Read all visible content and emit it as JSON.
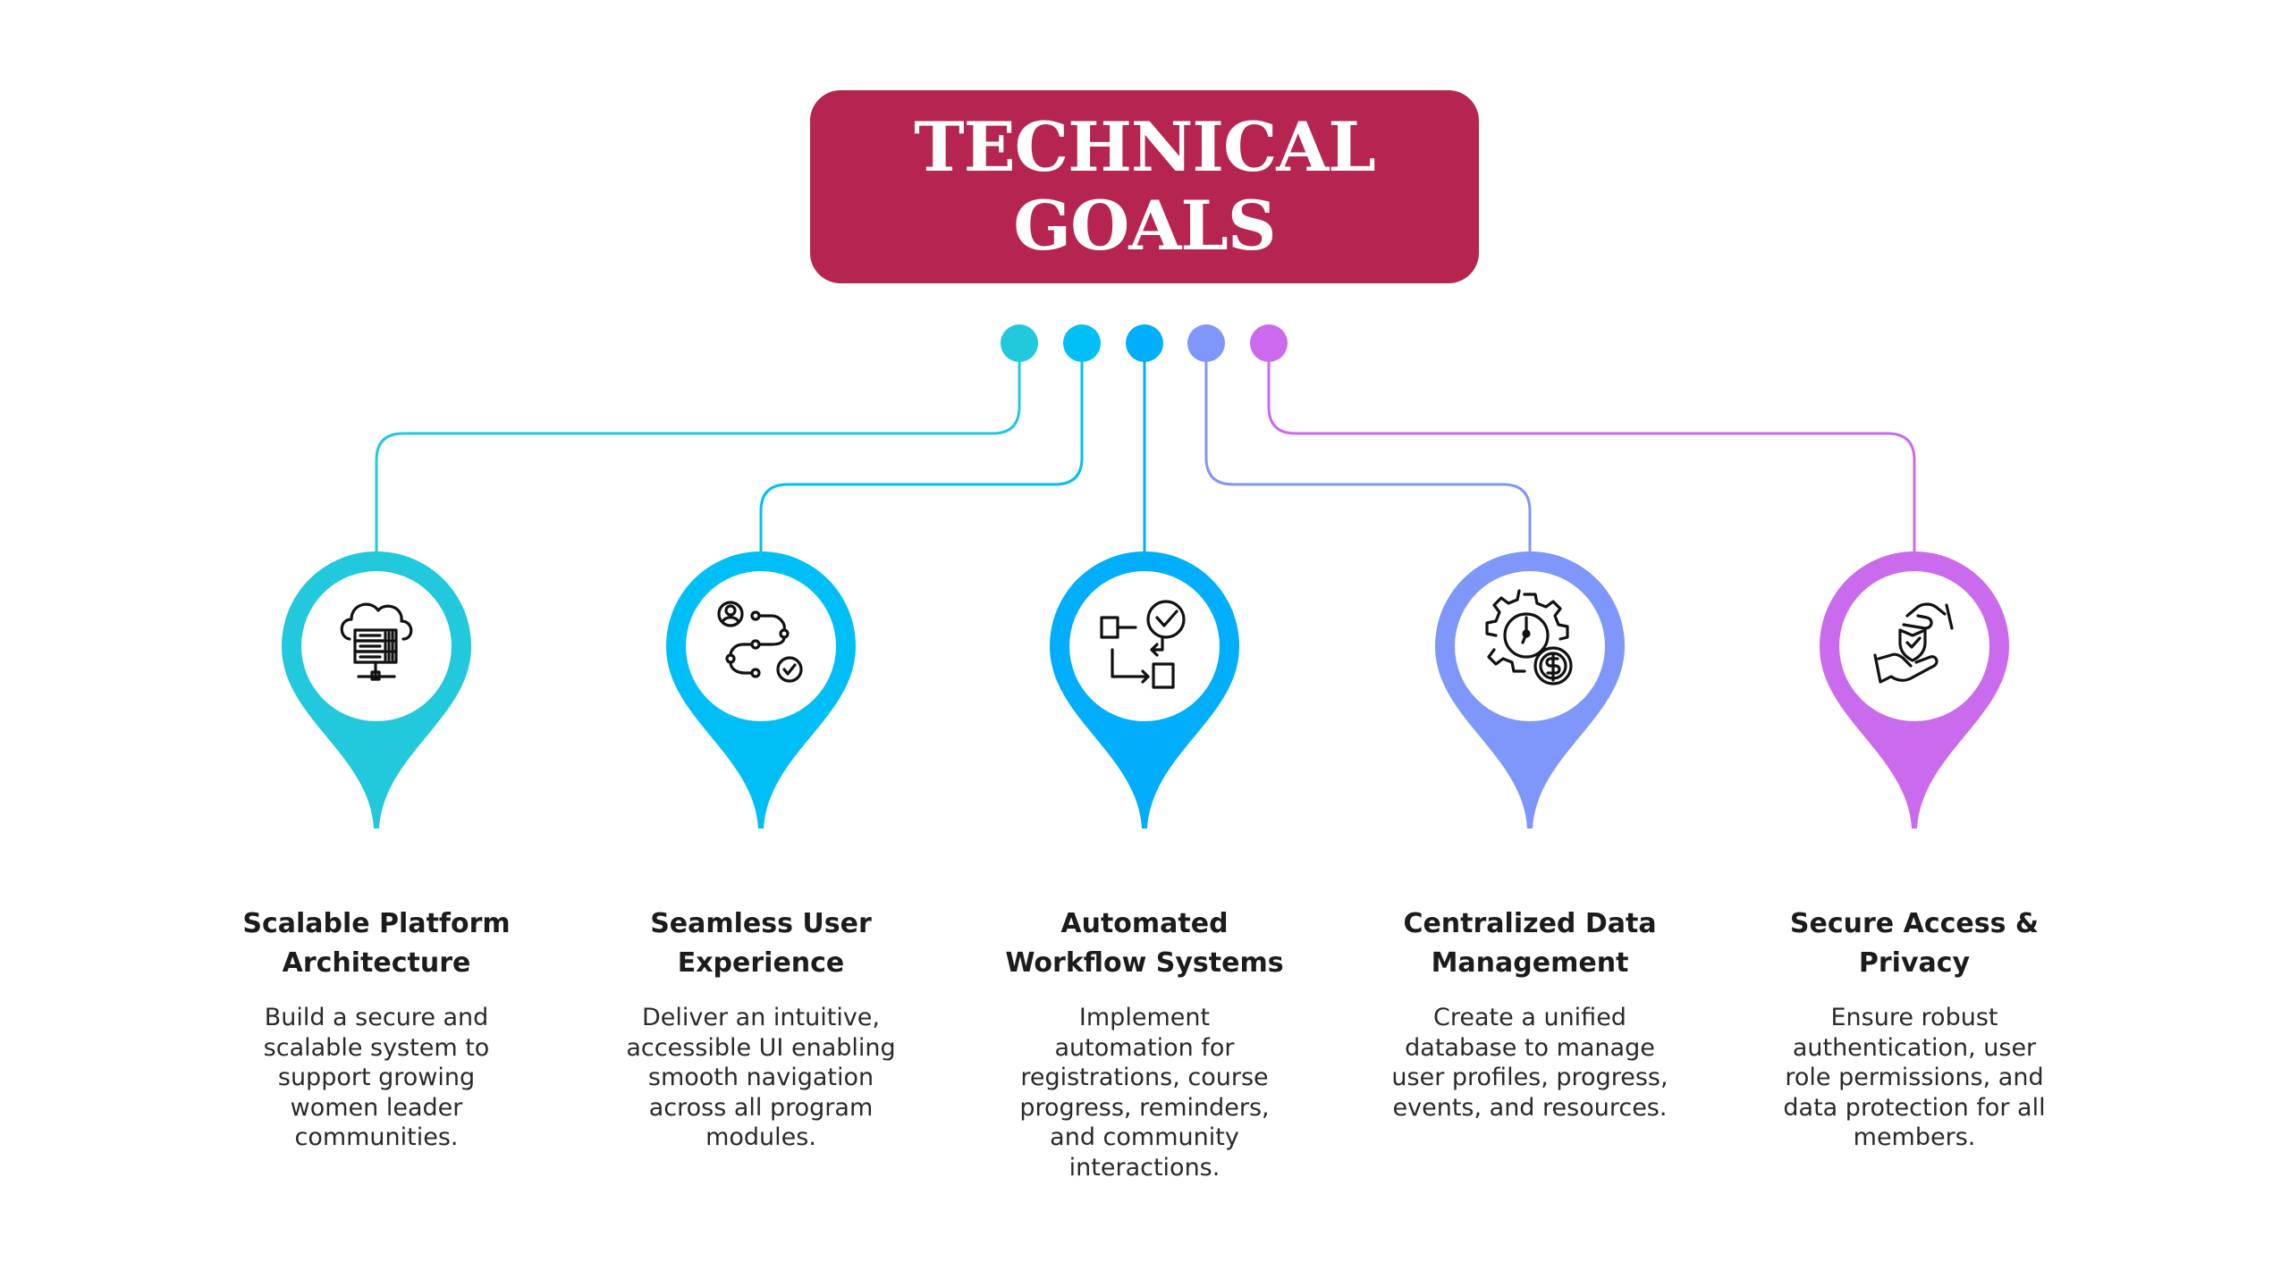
{
  "title": {
    "line1": "TECHNICAL",
    "line2": "GOALS",
    "color": "#b5254f"
  },
  "goals": [
    {
      "title1": "Scalable Platform",
      "title2": "Architecture",
      "desc": "Build a secure and scalable system to support growing women leader communities.",
      "color": "#22c8dc",
      "icon": "cloud-server-icon"
    },
    {
      "title1": "Seamless User",
      "title2": "Experience",
      "desc": "Deliver an intuitive, accessible UI enabling smooth navigation across all program modules.",
      "color": "#00bff7",
      "icon": "user-journey-icon"
    },
    {
      "title1": "Automated",
      "title2": "Workflow Systems",
      "desc": "Implement automation for registrations, course progress, reminders, and community interactions.",
      "color": "#00aefc",
      "icon": "workflow-icon"
    },
    {
      "title1": "Centralized Data",
      "title2": "Management",
      "desc": "Create a unified database to manage user profiles, progress, events, and resources.",
      "color": "#7f96fb",
      "icon": "gear-clock-dollar-icon"
    },
    {
      "title1": "Secure Access &",
      "title2": "Privacy",
      "desc": "Ensure robust authentication, user role permissions, and data protection for all members.",
      "color": "#c96bec",
      "icon": "hands-shield-icon"
    }
  ]
}
